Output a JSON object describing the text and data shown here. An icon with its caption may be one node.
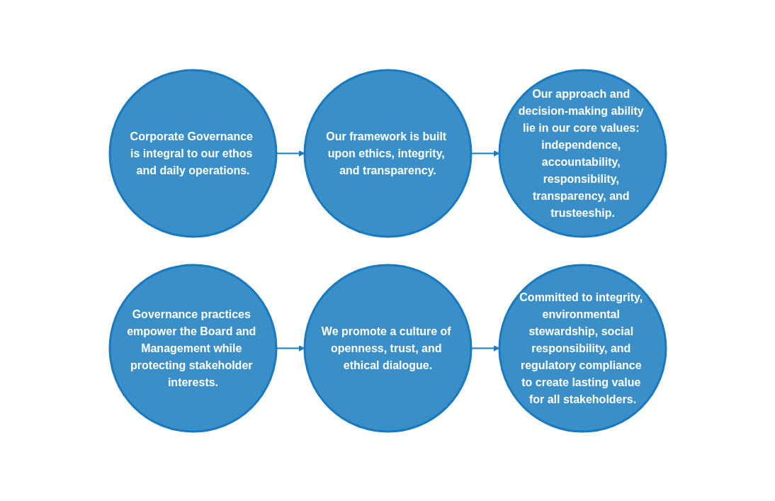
{
  "diagram": {
    "nodes": [
      {
        "text": [
          "Corporate Governance is integral to our ethos and daily operations."
        ]
      },
      {
        "text": [
          "Our framework is built upon ethics, integrity, and transparency."
        ]
      },
      {
        "text": [
          "Our approach and decision-making ability lie in our core values: independence, accountability, responsibility, transparency, and trusteeship."
        ]
      },
      {
        "text": [
          "Governance practices empower the Board and Management while protecting stakeholder interests."
        ]
      },
      {
        "text": [
          "We promote a culture of openness, trust, and ethical dialogue."
        ]
      },
      {
        "text": [
          "Committed to integrity, environmental stewardship, social responsibility, and regulatory compliance to create lasting value for all stakeholders."
        ]
      }
    ],
    "edges": [
      {
        "from": 0,
        "to": 1,
        "arrow": "to"
      },
      {
        "from": 1,
        "to": 2,
        "arrow": "to"
      },
      {
        "from": 3,
        "to": 4,
        "arrow": "to"
      },
      {
        "from": 4,
        "to": 5,
        "arrow": "to"
      }
    ]
  }
}
